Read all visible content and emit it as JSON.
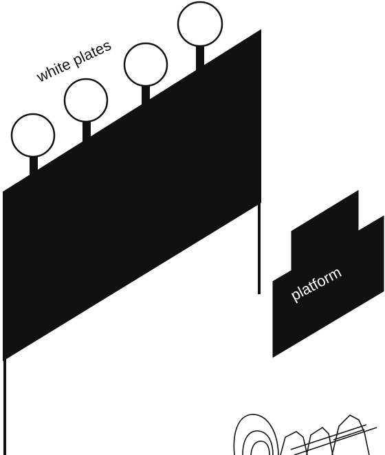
{
  "labels": {
    "plates": "white plates",
    "platform": "platform"
  },
  "colors": {
    "background": "#ffffff",
    "ink": "#111111",
    "plate_fill": "#ffffff",
    "platform_text": "#ffffff"
  },
  "elements": {
    "plate_count": 4,
    "platform_parts": 2
  }
}
